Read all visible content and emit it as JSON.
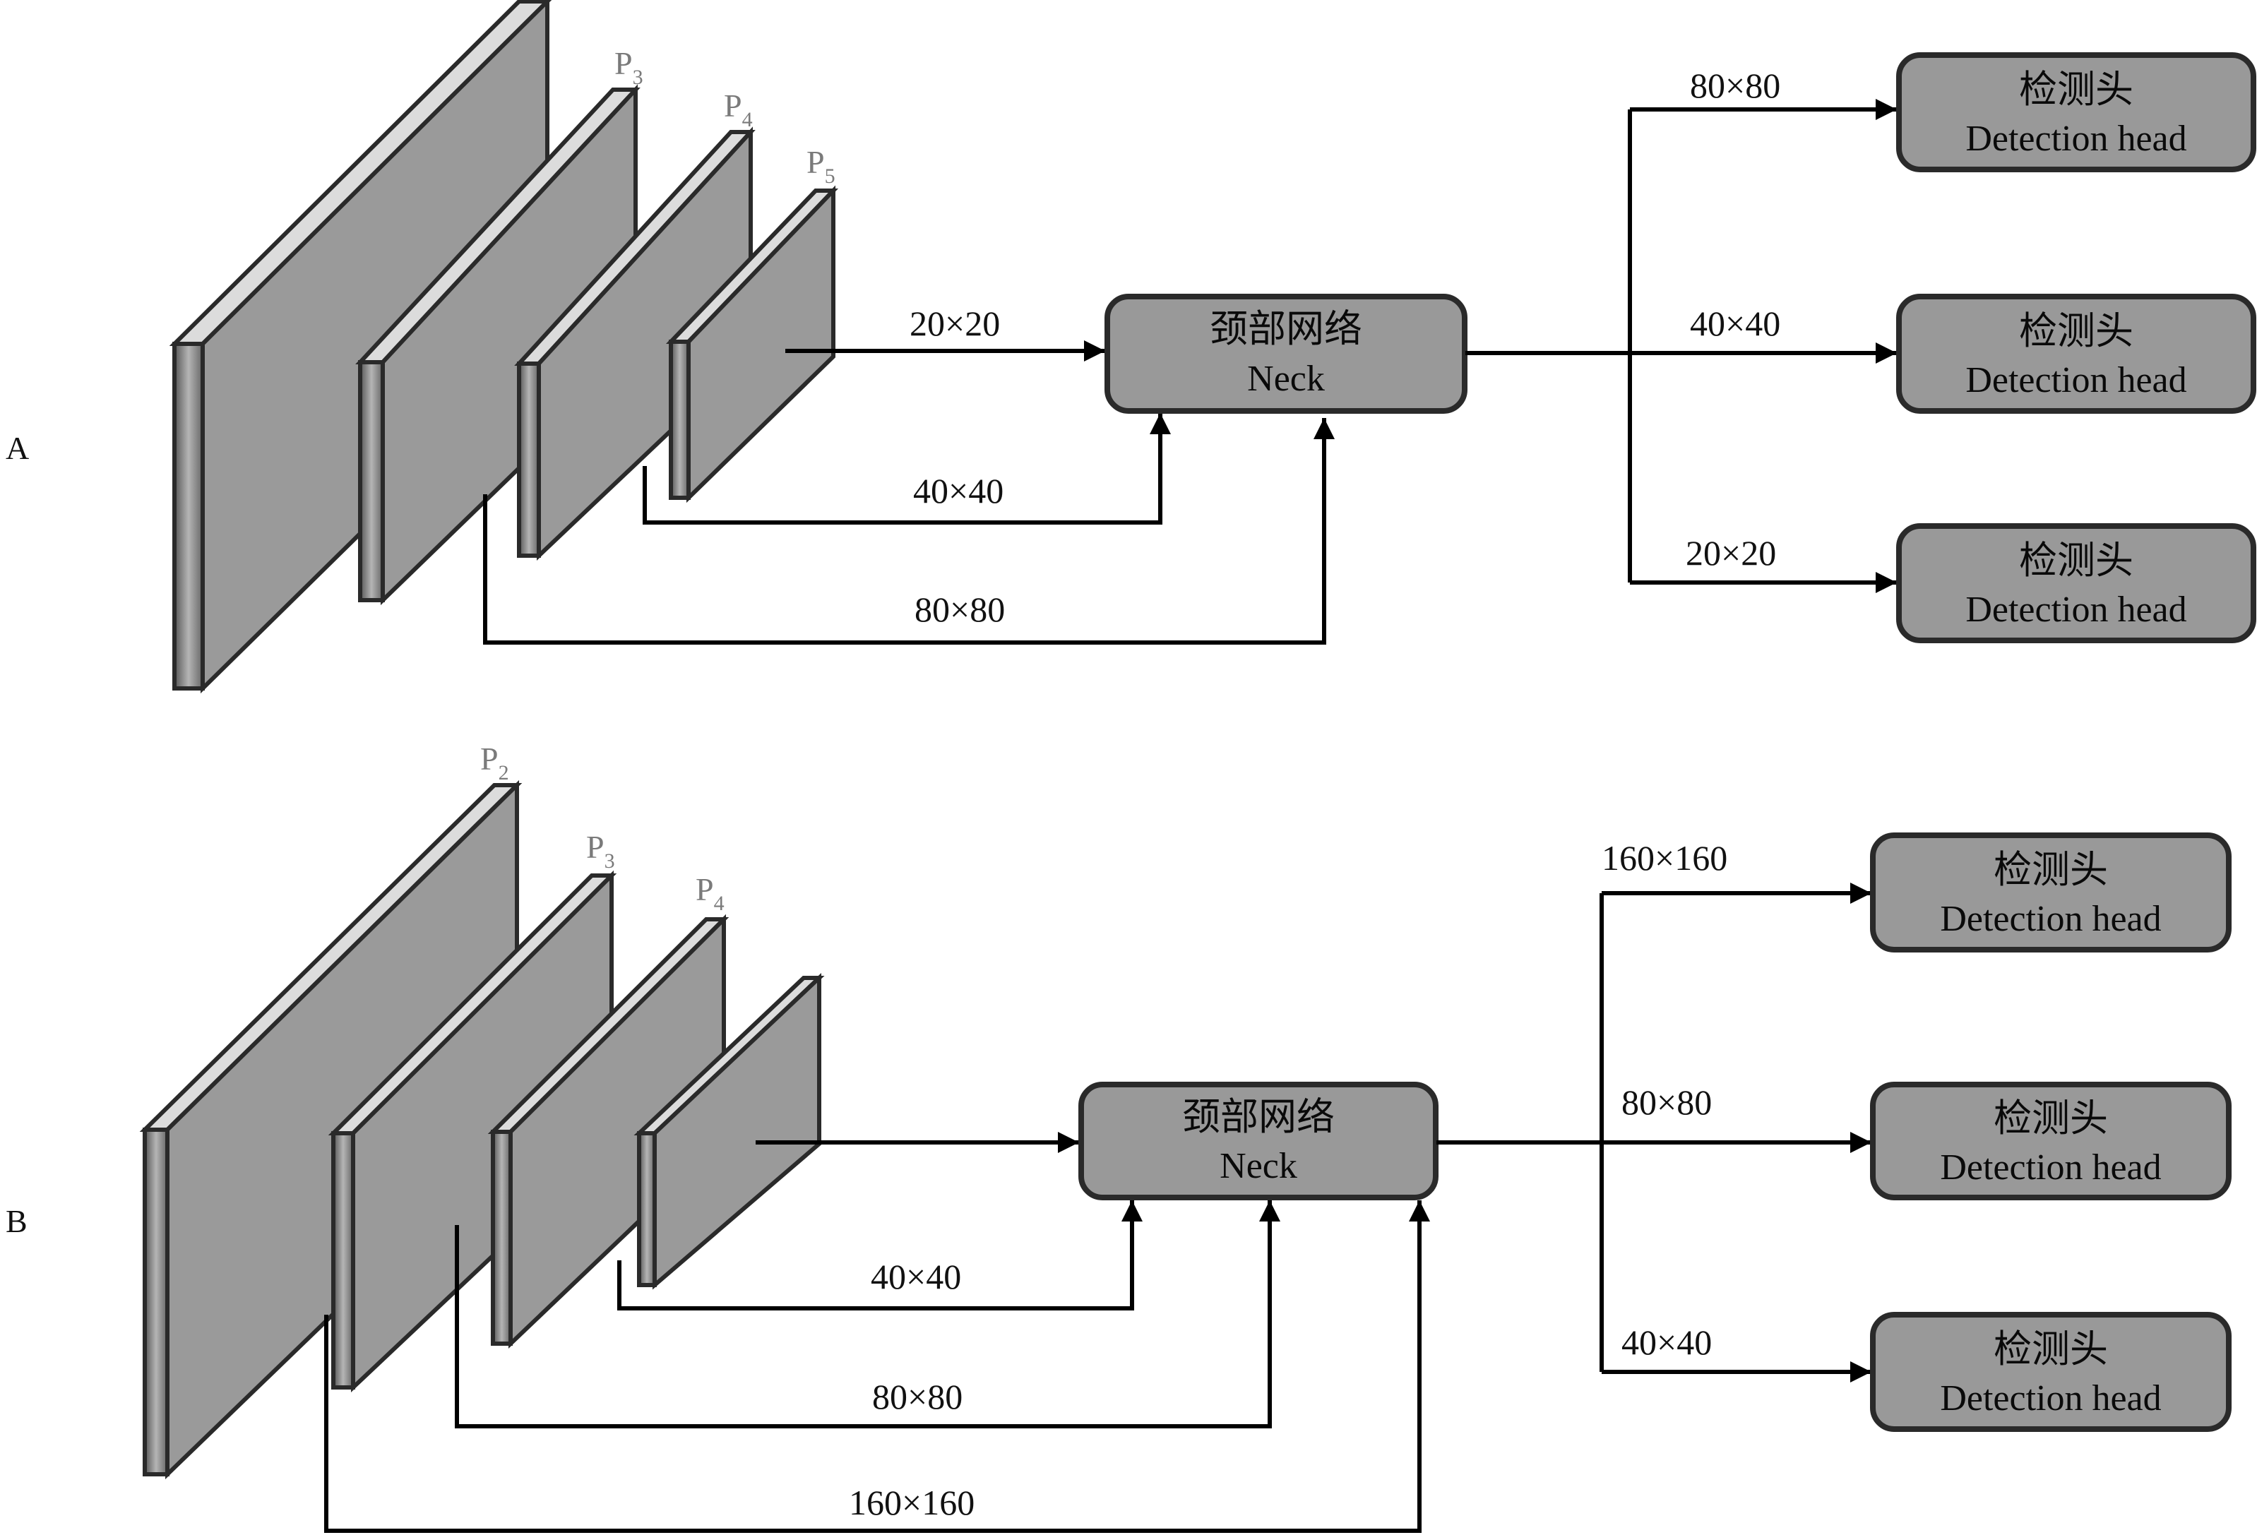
{
  "panels": [
    {
      "id": "A",
      "label": "A",
      "feature_maps": [
        {
          "name": "",
          "sub": ""
        },
        {
          "name": "P",
          "sub": "3"
        },
        {
          "name": "P",
          "sub": "4"
        },
        {
          "name": "P",
          "sub": "5"
        }
      ],
      "neck": {
        "title_cn": "颈部网络",
        "title_en": "Neck"
      },
      "inputs_to_neck": [
        "20×20",
        "40×40",
        "80×80"
      ],
      "heads": [
        {
          "scale": "80×80",
          "title_cn": "检测头",
          "title_en": "Detection head"
        },
        {
          "scale": "40×40",
          "title_cn": "检测头",
          "title_en": "Detection head"
        },
        {
          "scale": "20×20",
          "title_cn": "检测头",
          "title_en": "Detection head"
        }
      ]
    },
    {
      "id": "B",
      "label": "B",
      "feature_maps": [
        {
          "name": "P",
          "sub": "2"
        },
        {
          "name": "P",
          "sub": "3"
        },
        {
          "name": "P",
          "sub": "4"
        },
        {
          "name": "",
          "sub": ""
        }
      ],
      "neck": {
        "title_cn": "颈部网络",
        "title_en": "Neck"
      },
      "inputs_to_neck": [
        "40×40",
        "80×80",
        "160×160"
      ],
      "heads": [
        {
          "scale": "160×160",
          "title_cn": "检测头",
          "title_en": "Detection head"
        },
        {
          "scale": "80×80",
          "title_cn": "检测头",
          "title_en": "Detection head"
        },
        {
          "scale": "40×40",
          "title_cn": "检测头",
          "title_en": "Detection head"
        }
      ]
    }
  ],
  "colors": {
    "box_fill": "#999999",
    "box_stroke": "#2a2a2a",
    "wire": "#000000",
    "p_label": "#7a7a7a"
  }
}
